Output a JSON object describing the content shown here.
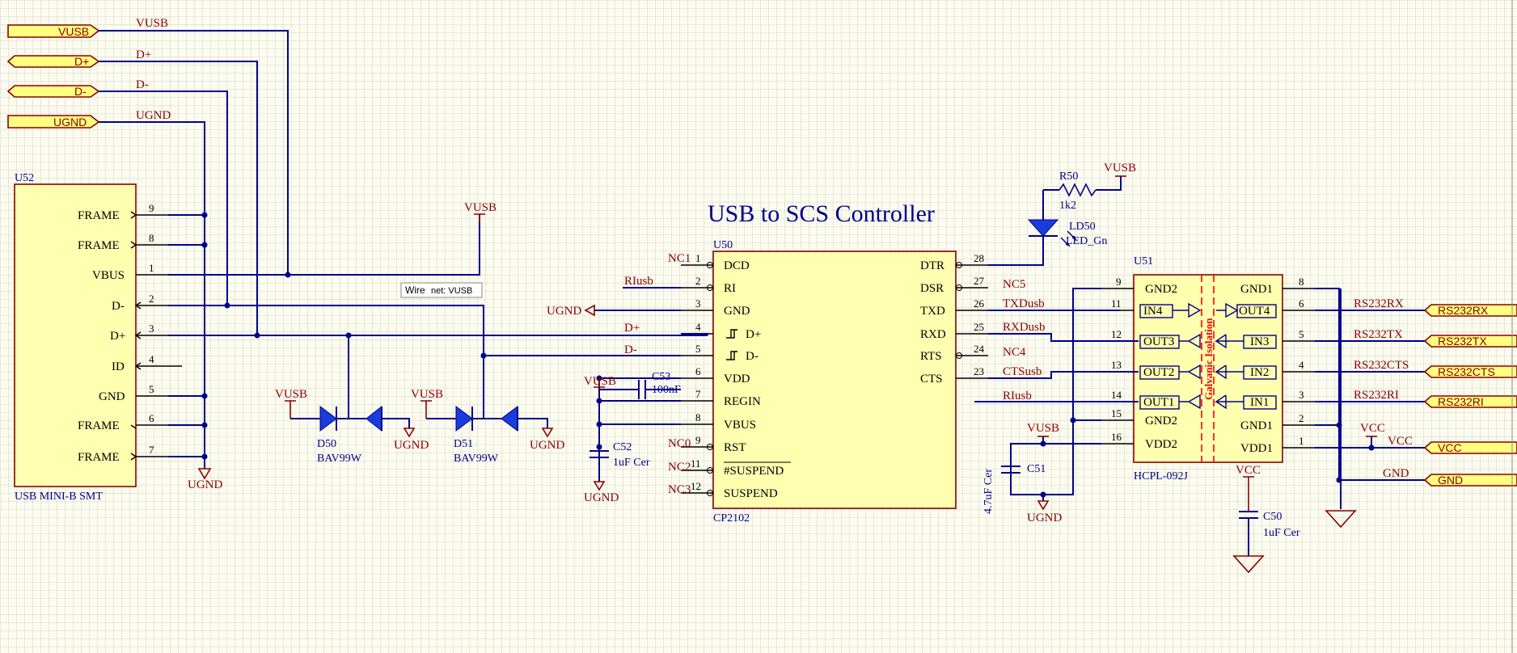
{
  "title": "USB to SCS Controller",
  "ports_left": [
    "VUSB",
    "D+",
    "D-",
    "UGND"
  ],
  "ports_right": [
    "RS232RX",
    "RS232TX",
    "RS232CTS",
    "RS232RI",
    "VCC",
    "GND"
  ],
  "u52": {
    "designator": "U52",
    "part": "USB MINI-B SMT",
    "pins": [
      {
        "name": "FRAME",
        "num": "9"
      },
      {
        "name": "FRAME",
        "num": "8"
      },
      {
        "name": "VBUS",
        "num": "1"
      },
      {
        "name": "D-",
        "num": "2"
      },
      {
        "name": "D+",
        "num": "3"
      },
      {
        "name": "ID",
        "num": "4"
      },
      {
        "name": "GND",
        "num": "5"
      },
      {
        "name": "FRAME",
        "num": "6"
      },
      {
        "name": "FRAME",
        "num": "7"
      }
    ]
  },
  "u50": {
    "designator": "U50",
    "part": "CP2102",
    "left_pins": [
      {
        "name": "DCD",
        "num": "1"
      },
      {
        "name": "RI",
        "num": "2"
      },
      {
        "name": "GND",
        "num": "3"
      },
      {
        "name": "D+",
        "num": "4"
      },
      {
        "name": "D-",
        "num": "5"
      },
      {
        "name": "VDD",
        "num": "6"
      },
      {
        "name": "REGIN",
        "num": "7"
      },
      {
        "name": "VBUS",
        "num": "8"
      },
      {
        "name": "RST",
        "num": "9"
      },
      {
        "name": "#SUSPEND",
        "num": "11"
      },
      {
        "name": "SUSPEND",
        "num": "12"
      }
    ],
    "right_pins": [
      {
        "name": "DTR",
        "num": "28"
      },
      {
        "name": "DSR",
        "num": "27"
      },
      {
        "name": "TXD",
        "num": "26"
      },
      {
        "name": "RXD",
        "num": "25"
      },
      {
        "name": "RTS",
        "num": "24"
      },
      {
        "name": "CTS",
        "num": "23"
      }
    ]
  },
  "u51": {
    "designator": "U51",
    "part": "HCPL-092J",
    "isolation_label": "Galvanic Isolation",
    "left_pins": [
      {
        "name": "GND2",
        "num": "9"
      },
      {
        "name": "IN4",
        "num": "11"
      },
      {
        "name": "OUT3",
        "num": "12"
      },
      {
        "name": "OUT2",
        "num": "13"
      },
      {
        "name": "OUT1",
        "num": "14"
      },
      {
        "name": "GND2",
        "num": "15"
      },
      {
        "name": "VDD2",
        "num": "16"
      }
    ],
    "right_pins": [
      {
        "name": "GND1",
        "num": "8"
      },
      {
        "name": "OUT4",
        "num": "6"
      },
      {
        "name": "IN3",
        "num": "5"
      },
      {
        "name": "IN2",
        "num": "4"
      },
      {
        "name": "IN1",
        "num": "3"
      },
      {
        "name": "GND1",
        "num": "2"
      },
      {
        "name": "VDD1",
        "num": "1"
      }
    ]
  },
  "net_labels": {
    "vusb": "VUSB",
    "dp": "D+",
    "dm": "D-",
    "ugnd": "UGND",
    "nc1": "NC1",
    "nc0": "NC0",
    "nc2": "NC2",
    "nc3": "NC3",
    "nc5": "NC5",
    "nc4": "NC4",
    "riusb": "RIusb",
    "txdusb": "TXDusb",
    "rxdusb": "RXDusb",
    "ctsusb": "CTSusb",
    "rs232rx": "RS232RX",
    "rs232tx": "RS232TX",
    "rs232cts": "RS232CTS",
    "rs232ri": "RS232RI",
    "vcc": "VCC",
    "gnd": "GND"
  },
  "components": {
    "d50": {
      "ref": "D50",
      "value": "BAV99W"
    },
    "d51": {
      "ref": "D51",
      "value": "BAV99W"
    },
    "c53": {
      "ref": "C53",
      "value": "100nF"
    },
    "c52": {
      "ref": "C52",
      "value": "1uF Cer"
    },
    "c51": {
      "ref": "C51",
      "value": "4.7uF Cer"
    },
    "c50": {
      "ref": "C50",
      "value": "1uF Cer"
    },
    "r50": {
      "ref": "R50",
      "value": "1k2"
    },
    "ld50": {
      "ref": "LD50",
      "value": "LED_Gn"
    }
  },
  "tooltip": {
    "kind": "Wire",
    "net": "net: VUSB"
  },
  "colors": {
    "wire": "#00008b",
    "label": "#8b0000",
    "body": "#ffffb0",
    "port": "#ffff80",
    "isolation": "#ff0000"
  }
}
